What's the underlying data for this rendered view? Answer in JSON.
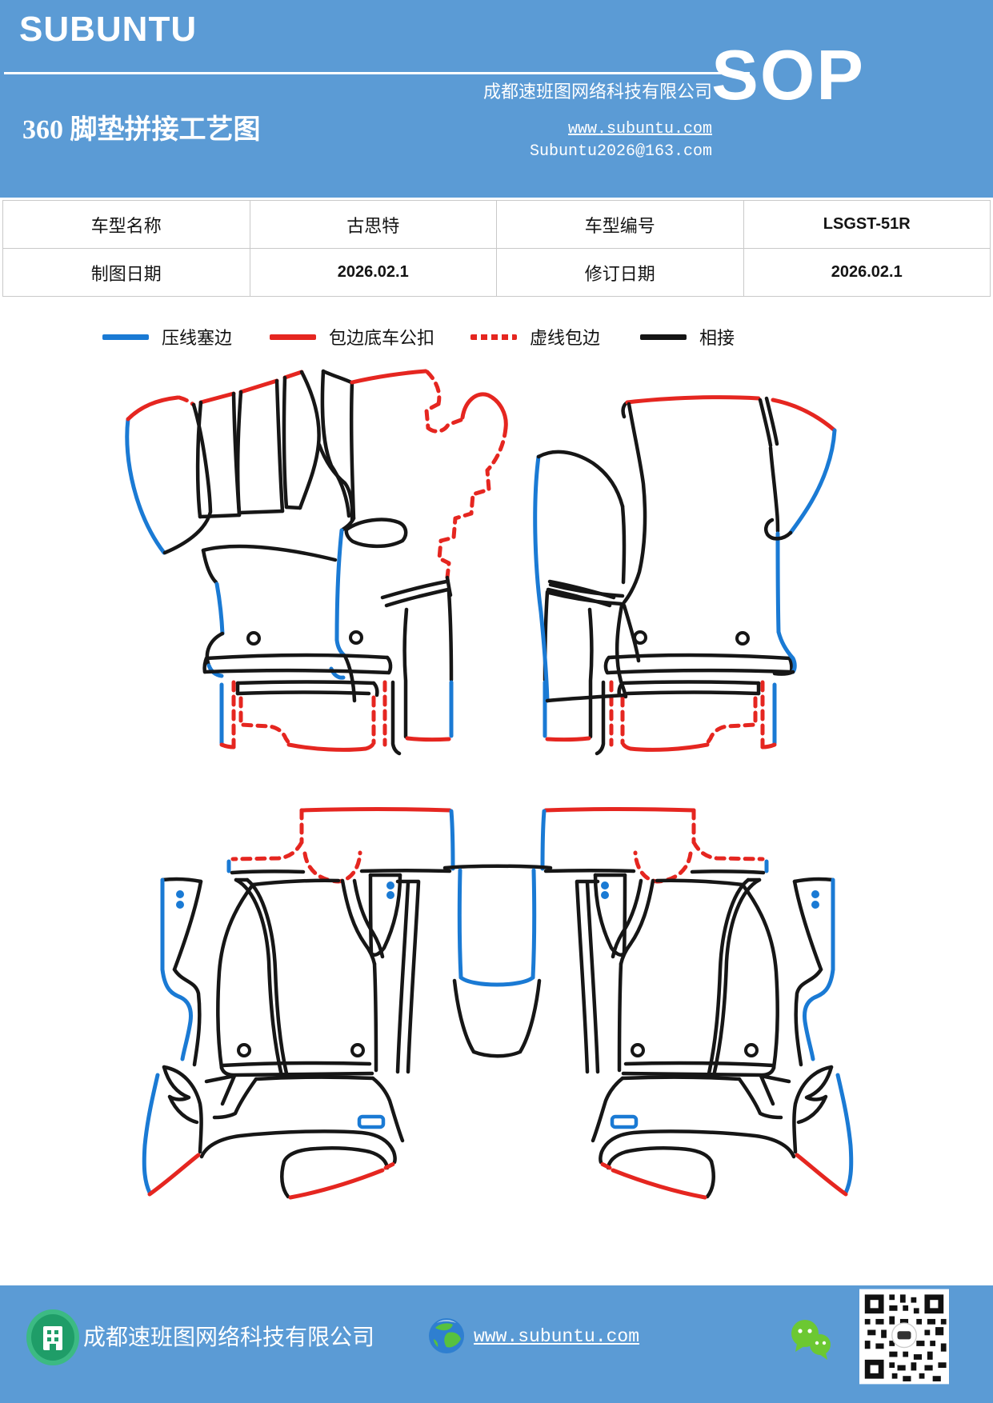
{
  "header": {
    "logo": "SUBUNTU",
    "title": "360 脚垫拼接工艺图",
    "company": "成都速班图网络科技有限公司",
    "website": "www.subuntu.com",
    "email": "Subuntu2026@163.com",
    "doc_type": "SOP"
  },
  "info_table": {
    "rows": [
      {
        "label1": "车型名称",
        "value1": "古思特",
        "label2": "车型编号",
        "value2": "LSGST-51R"
      },
      {
        "label1": "制图日期",
        "value1": "2026.02.1",
        "label2": "修订日期",
        "value2": "2026.02.1"
      }
    ]
  },
  "legend": {
    "items": [
      {
        "label": "压线塞边",
        "line": "solid-blue",
        "color": "#1a7ad4"
      },
      {
        "label": "包边底车公扣",
        "line": "solid-red",
        "color": "#e52620"
      },
      {
        "label": "虚线包边",
        "line": "dashed-red",
        "color": "#e52620"
      },
      {
        "label": "相接",
        "line": "solid-black",
        "color": "#151515"
      }
    ]
  },
  "diagram": {
    "line_colors": {
      "blue": "#1a7ad4",
      "red": "#e52620",
      "black": "#161616"
    },
    "views": [
      "front-mats",
      "rear-mats"
    ]
  },
  "footer": {
    "company": "成都速班图网络科技有限公司",
    "website": "www.subuntu.com"
  }
}
